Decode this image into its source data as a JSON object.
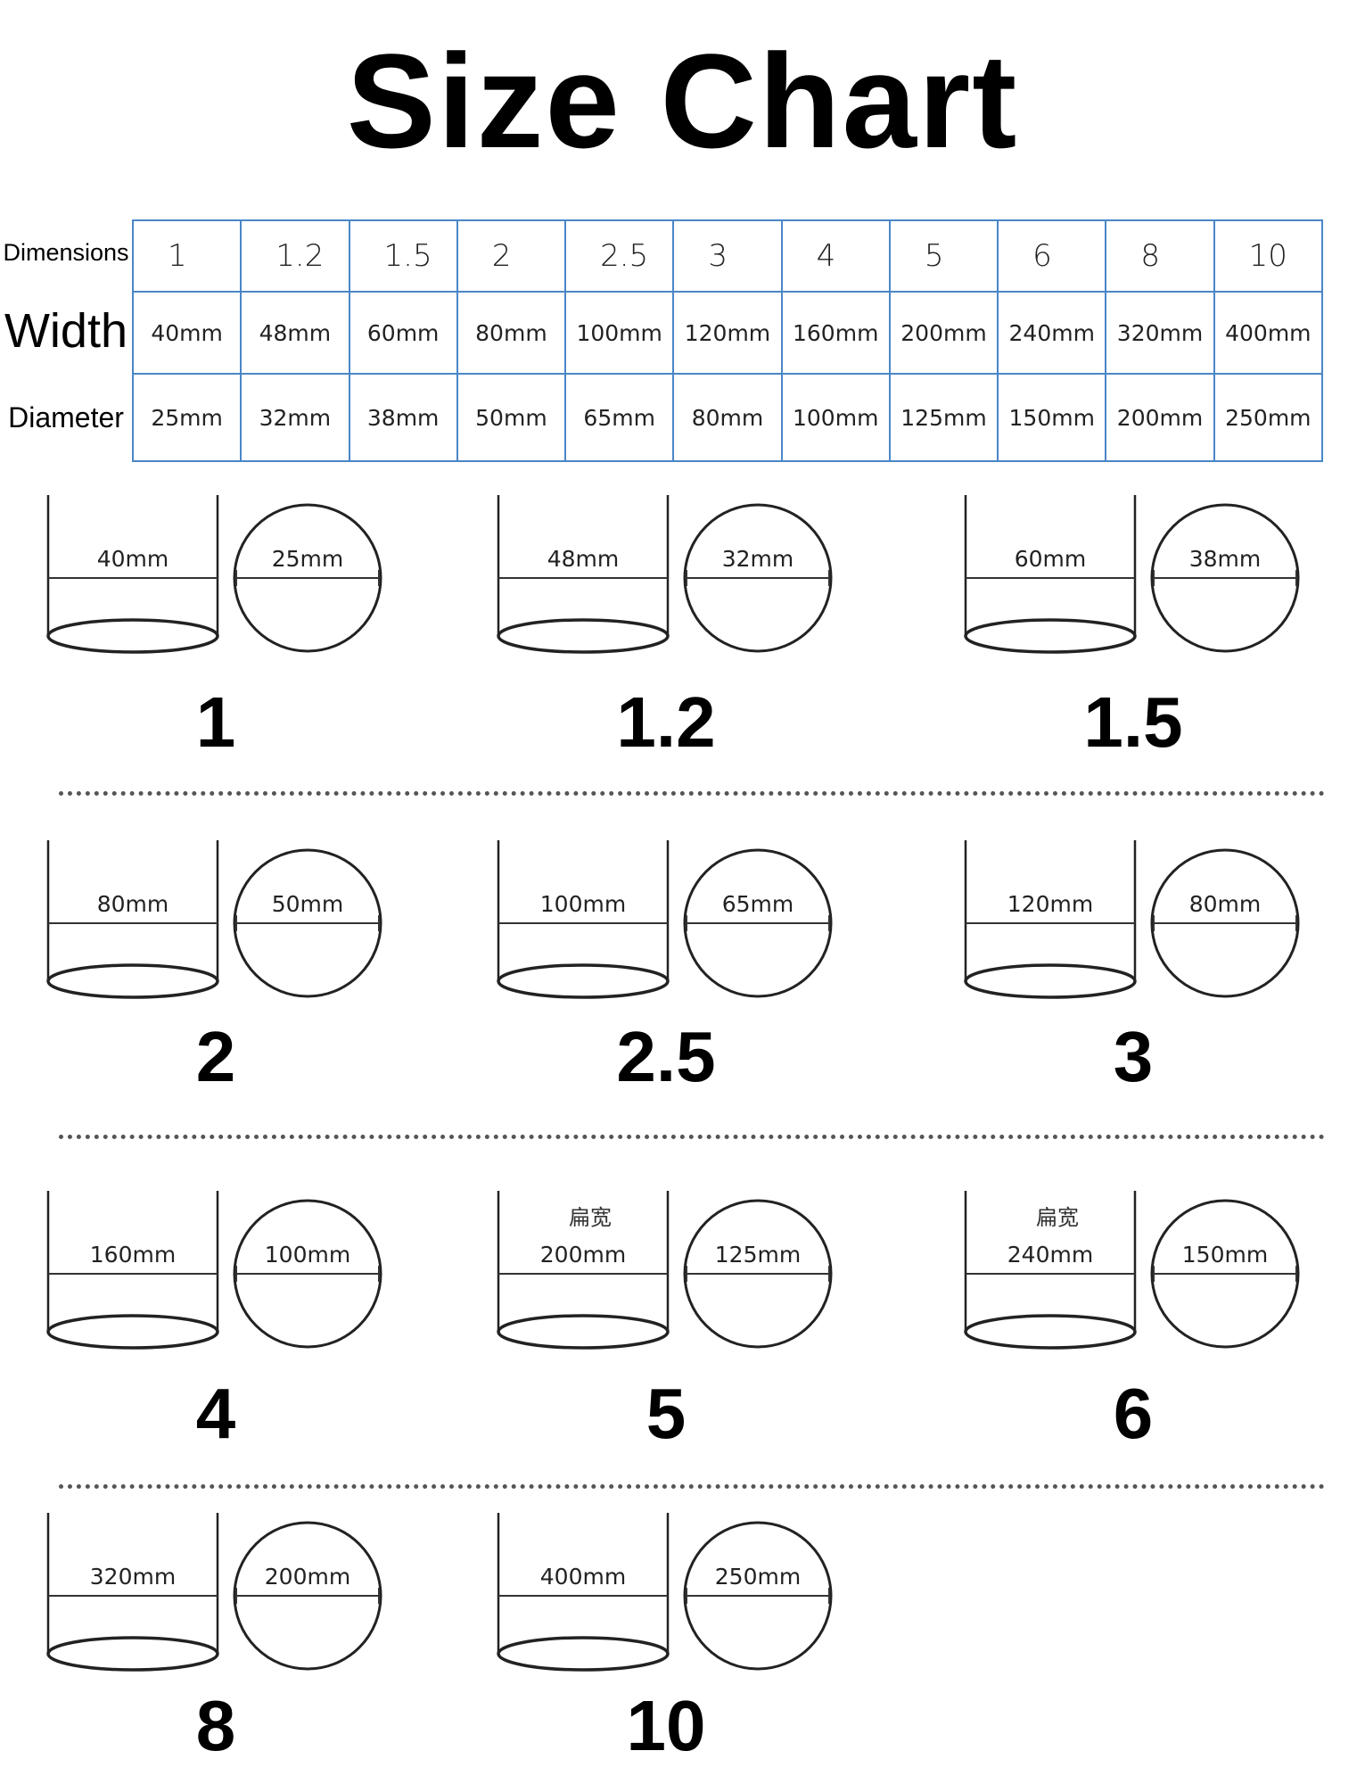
{
  "title": "Size Chart",
  "table": {
    "row_labels": {
      "dimensions": "Dimensions",
      "width": "Width",
      "diameter": "Diameter"
    },
    "dimensions": [
      "1",
      "1.2",
      "1.5",
      "2",
      "2.5",
      "3",
      "4",
      "5",
      "6",
      "8",
      "10"
    ],
    "width": [
      "40mm",
      "48mm",
      "60mm",
      "80mm",
      "100mm",
      "120mm",
      "160mm",
      "200mm",
      "240mm",
      "320mm",
      "400mm"
    ],
    "diameter": [
      "25mm",
      "32mm",
      "38mm",
      "50mm",
      "65mm",
      "80mm",
      "100mm",
      "125mm",
      "150mm",
      "200mm",
      "250mm"
    ]
  },
  "diagrams": [
    {
      "size": "1",
      "width": "40mm",
      "diameter": "25mm"
    },
    {
      "size": "1.2",
      "width": "48mm",
      "diameter": "32mm"
    },
    {
      "size": "1.5",
      "width": "60mm",
      "diameter": "38mm"
    },
    {
      "size": "2",
      "width": "80mm",
      "diameter": "50mm"
    },
    {
      "size": "2.5",
      "width": "100mm",
      "diameter": "65mm"
    },
    {
      "size": "3",
      "width": "120mm",
      "diameter": "80mm"
    },
    {
      "size": "4",
      "width": "160mm",
      "diameter": "100mm"
    },
    {
      "size": "5",
      "width": "200mm",
      "diameter": "125mm",
      "extra_label": "扁宽"
    },
    {
      "size": "6",
      "width": "240mm",
      "diameter": "150mm",
      "extra_label": "扁宽"
    },
    {
      "size": "8",
      "width": "320mm",
      "diameter": "200mm"
    },
    {
      "size": "10",
      "width": "400mm",
      "diameter": "250mm"
    }
  ]
}
